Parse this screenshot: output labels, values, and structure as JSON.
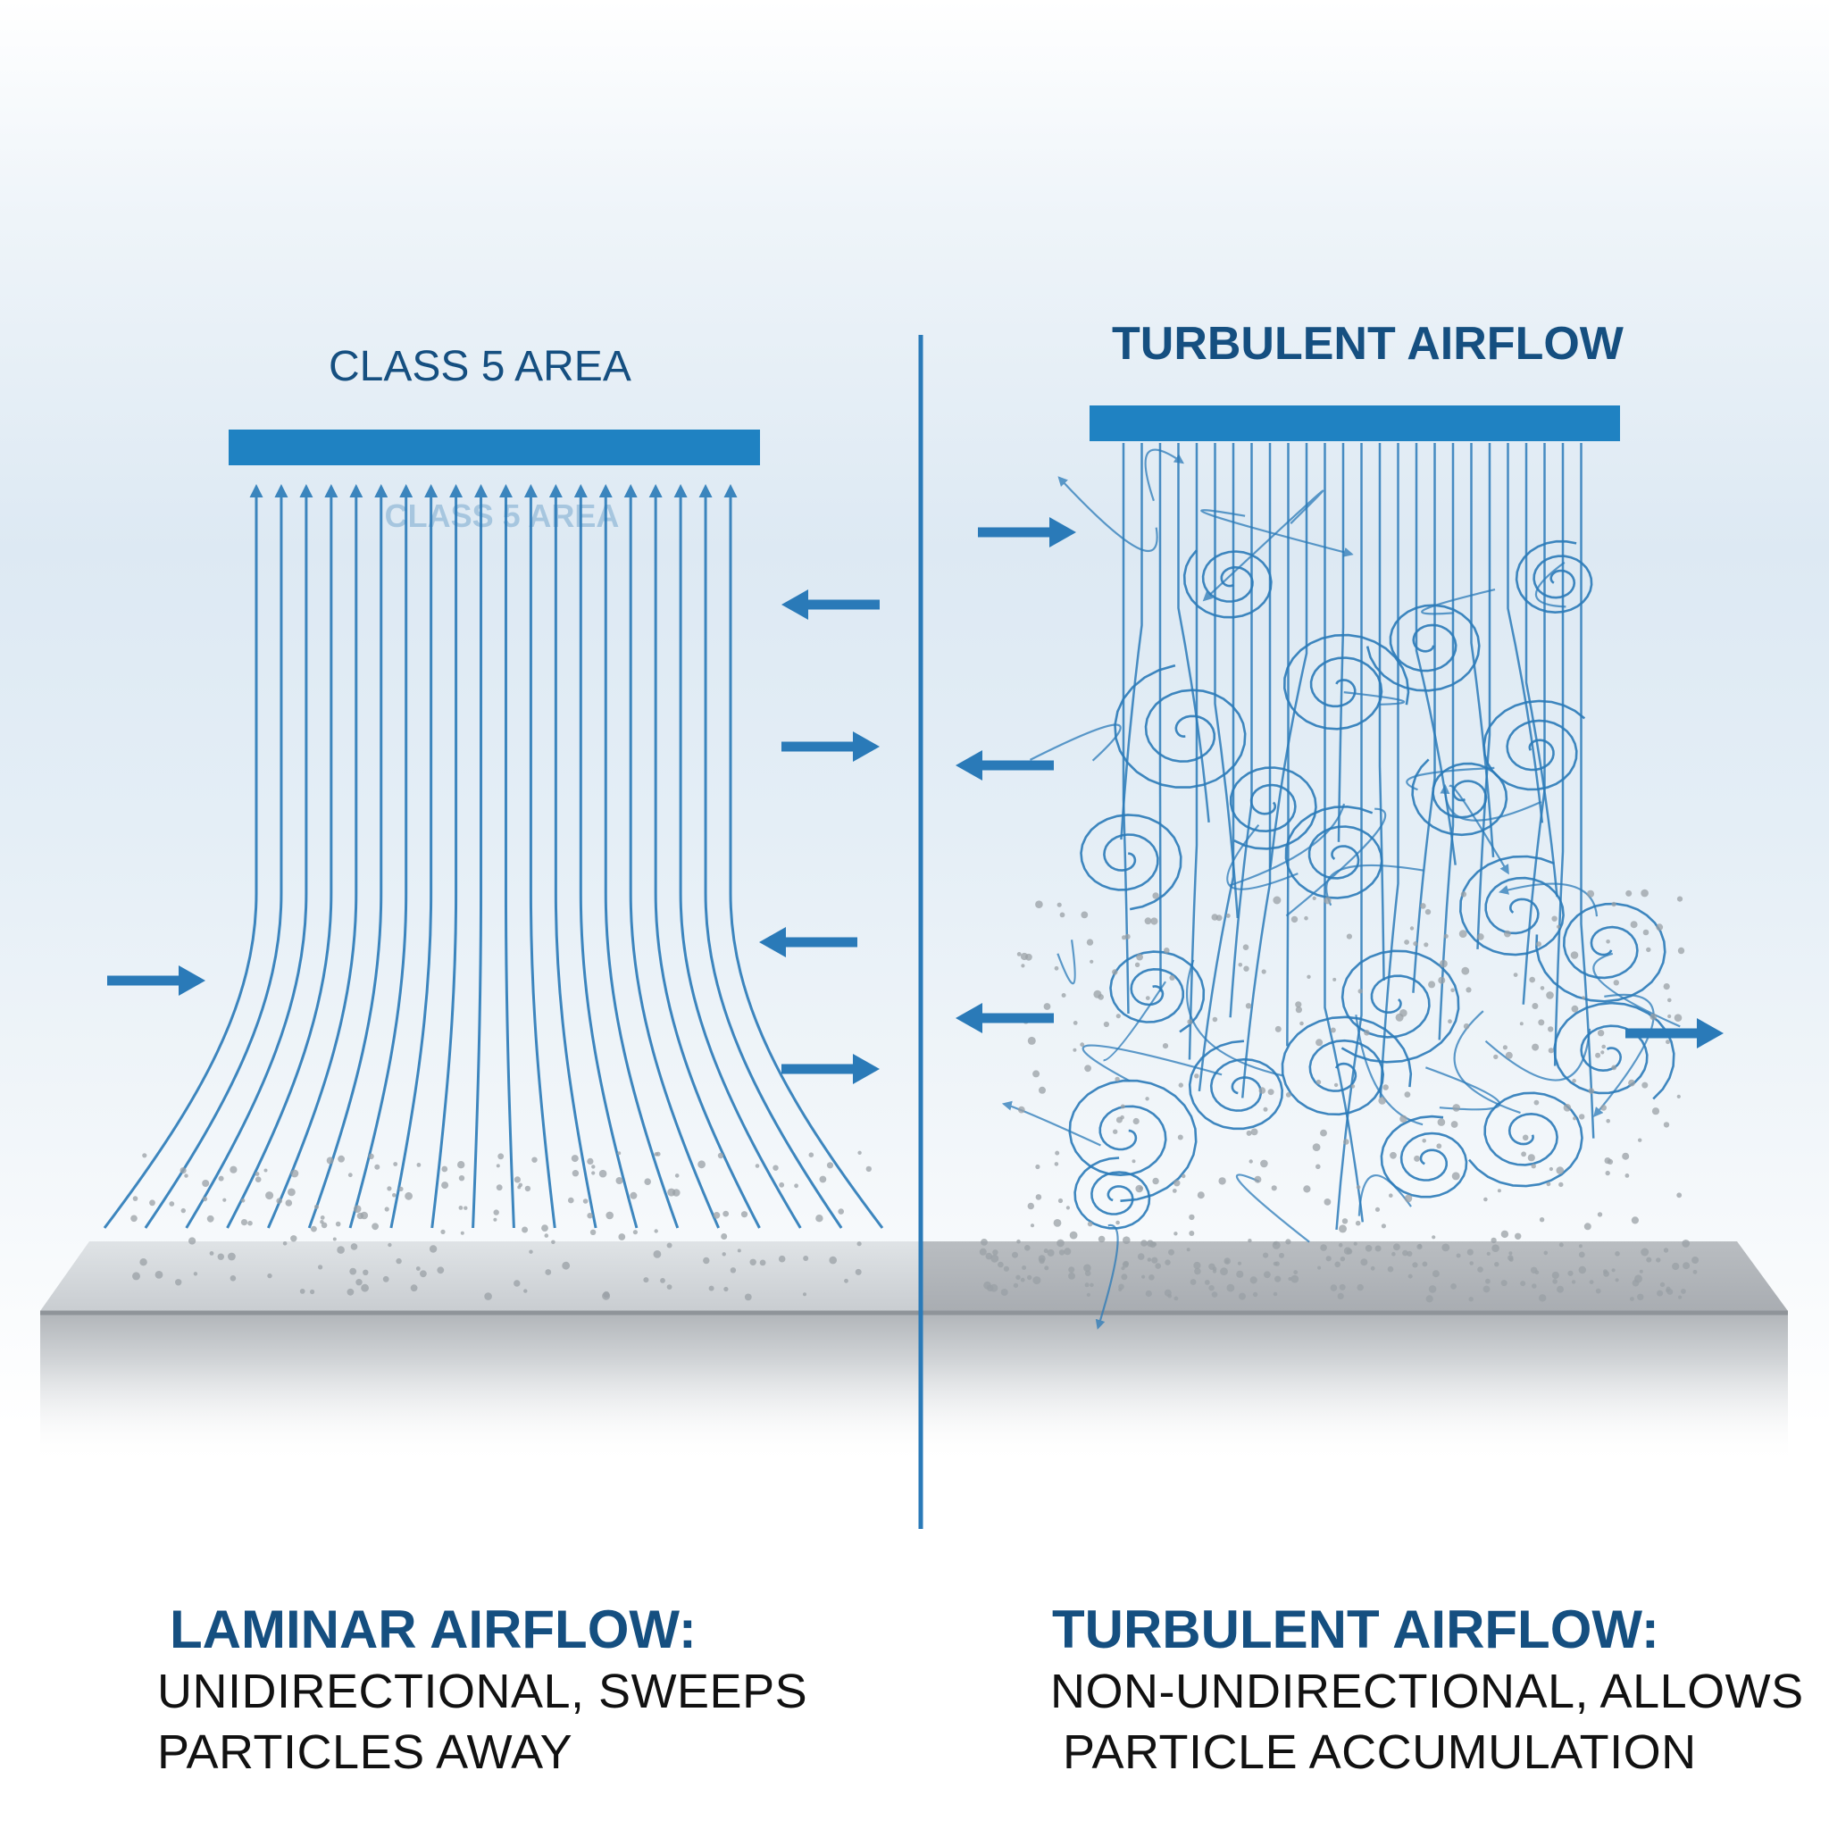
{
  "left_panel": {
    "top_label": "CLASS 5 AREA",
    "inner_label": "CLASS 5 AREA",
    "caption_title": "LAMINAR AIRFLOW:",
    "caption_line1": "UNIDIRECTIONAL, SWEEPS",
    "caption_line2": "PARTICLES AWAY"
  },
  "right_panel": {
    "top_label": "TURBULENT AIRFLOW",
    "caption_title": "TURBULENT AIRFLOW:",
    "caption_line1": "NON-UNDIRECTIONAL, ALLOWS",
    "caption_line2": "PARTICLE ACCUMULATION"
  },
  "colors": {
    "flow_blue": "#2a7ab8",
    "heading_blue": "#154f80",
    "filter_bar": "#1f82c2",
    "particle_grey": "#9aa0a6",
    "surface_grey": "#c4c8cc"
  },
  "icons": {
    "side_arrow": "arrow-icon",
    "particle": "particle-dot"
  }
}
